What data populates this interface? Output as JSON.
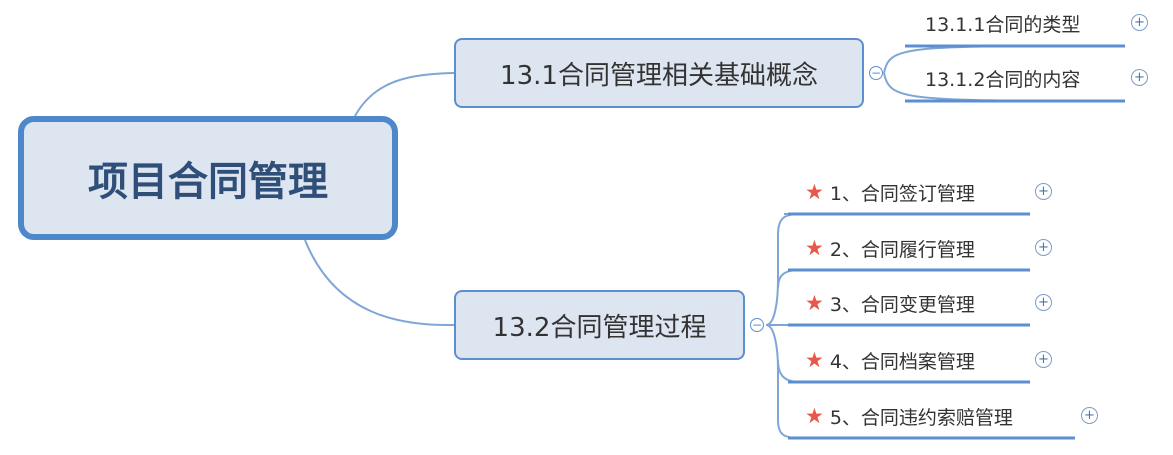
{
  "root": {
    "label": "项目合同管理"
  },
  "branches": [
    {
      "label": "13.1合同管理相关基础概念",
      "collapse_icon": "collapse-icon",
      "children": [
        {
          "label": "13.1.1合同的类型",
          "expand_icon": "expand-icon"
        },
        {
          "label": "13.1.2合同的内容",
          "expand_icon": "expand-icon"
        }
      ]
    },
    {
      "label": "13.2合同管理过程",
      "collapse_icon": "collapse-icon",
      "children": [
        {
          "label": "1、合同签订管理",
          "marker": "star-icon",
          "expand_icon": "expand-icon"
        },
        {
          "label": "2、合同履行管理",
          "marker": "star-icon",
          "expand_icon": "expand-icon"
        },
        {
          "label": "3、合同变更管理",
          "marker": "star-icon",
          "expand_icon": "expand-icon"
        },
        {
          "label": "4、合同档案管理",
          "marker": "star-icon",
          "expand_icon": "expand-icon"
        },
        {
          "label": "5、合同违约索赔管理",
          "marker": "star-icon",
          "expand_icon": "expand-icon"
        }
      ]
    }
  ],
  "colors": {
    "accent": "#4f87cb",
    "node_fill": "#dde5f1",
    "connector": "#7fa6d6",
    "star": "#e8584a"
  }
}
